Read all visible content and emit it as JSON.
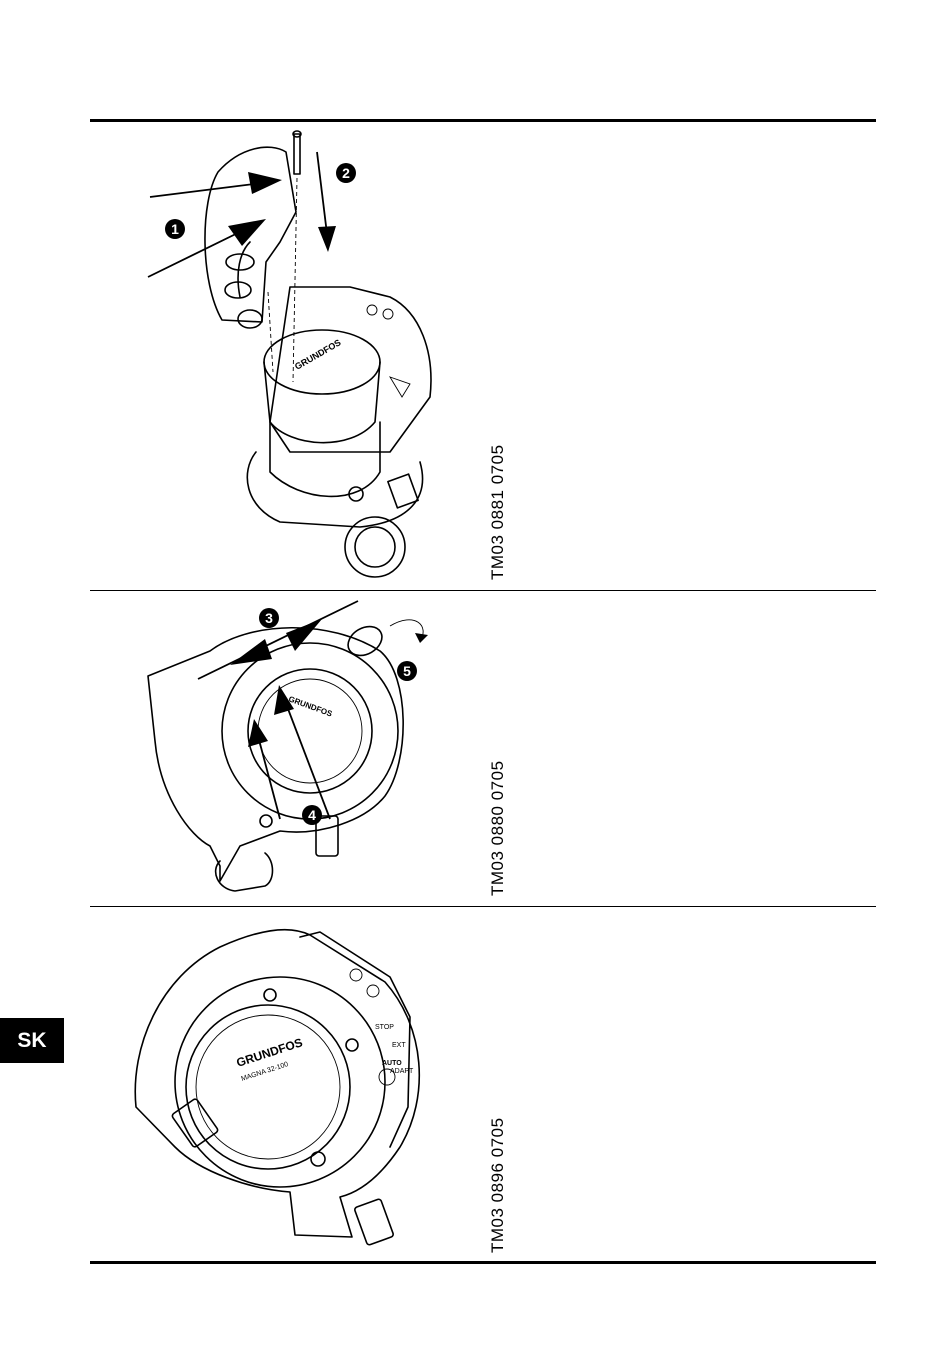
{
  "figures": [
    {
      "code": "TM03 0881 0705",
      "steps": [
        "❶",
        "❷"
      ]
    },
    {
      "code": "TM03 0880 0705",
      "steps": [
        "❸",
        "❹",
        "❺"
      ]
    },
    {
      "code": "TM03 0896 0705",
      "steps": []
    }
  ],
  "pump": {
    "brand": "GRUNDFOS",
    "model": "MAGNA 32-100",
    "auto_label": "AUTO",
    "adapt_label": "ADAPT",
    "ext_label": "EXT",
    "stop_label": "STOP"
  },
  "language_tab": "SK",
  "colors": {
    "ink": "#000000",
    "paper": "#ffffff"
  }
}
